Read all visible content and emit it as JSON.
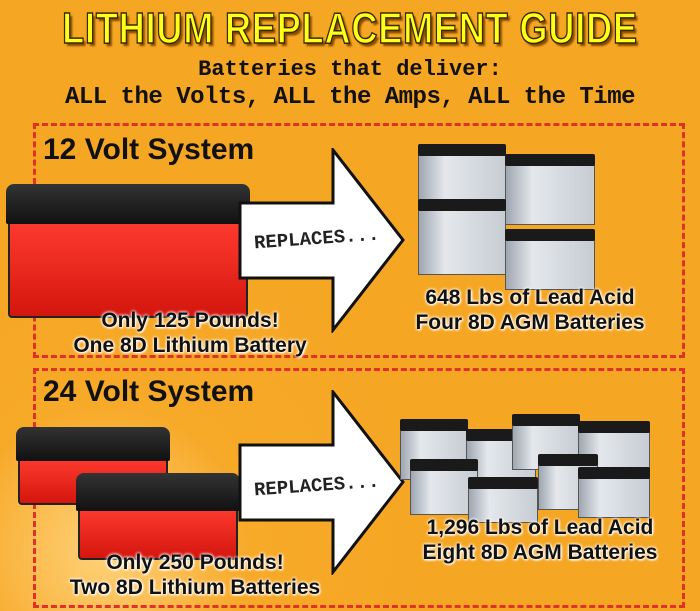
{
  "title": "LITHIUM REPLACEMENT GUIDE",
  "subtitle_line1": "Batteries that deliver:",
  "subtitle_line2": "ALL the Volts, ALL the Amps, ALL the Time",
  "sections": [
    {
      "system": "12 Volt System",
      "replaces": "REPLACES...",
      "lithium_weight": "Only 125 Pounds!",
      "lithium_desc": "One 8D Lithium Battery",
      "lead_weight": "648 Lbs of Lead Acid",
      "lead_desc": "Four 8D AGM Batteries"
    },
    {
      "system": "24 Volt System",
      "replaces": "REPLACES...",
      "lithium_weight": "Only 250 Pounds!",
      "lithium_desc": "Two 8D Lithium Batteries",
      "lead_weight": "1,296 Lbs of Lead Acid",
      "lead_desc": "Eight 8D AGM Batteries"
    }
  ],
  "colors": {
    "background": "#f5a623",
    "title": "#ffff1a",
    "dashed_border": "#e0312a",
    "lithium_red": "#ff3b30"
  }
}
